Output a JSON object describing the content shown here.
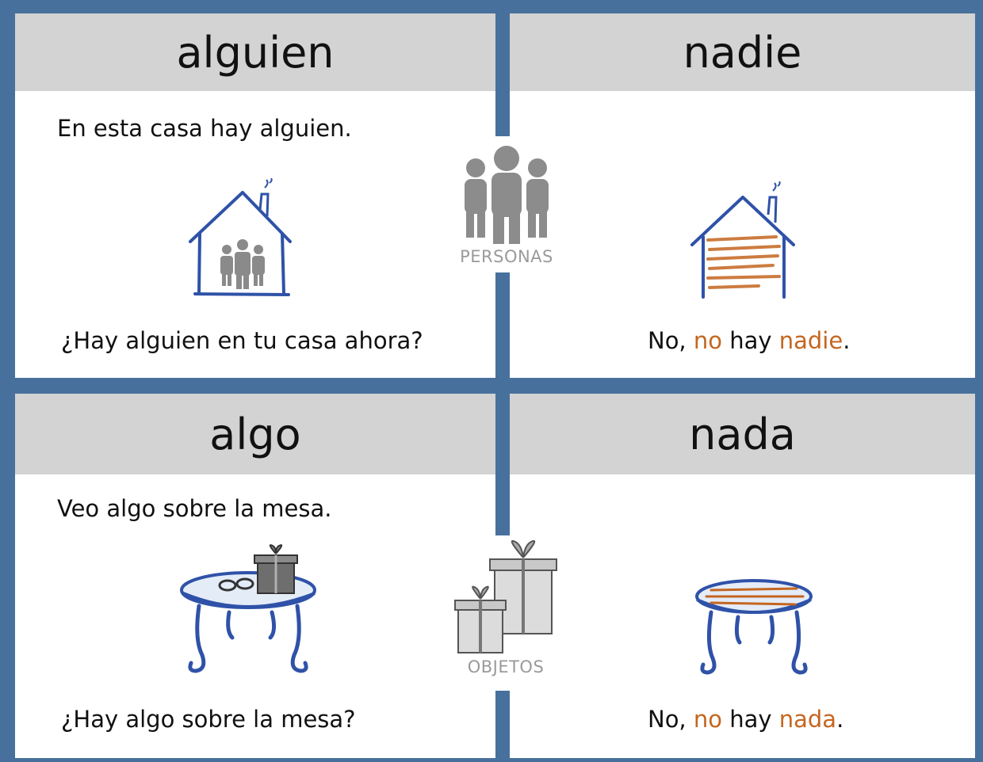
{
  "cards": {
    "alguien": {
      "title": "alguien",
      "statement": "En esta casa hay alguien.",
      "question": "¿Hay alguien en tu casa ahora?"
    },
    "nadie": {
      "title": "nadie",
      "answer": {
        "p1": "No, ",
        "p2": "no",
        "p3": " hay ",
        "p4": "nadie",
        "p5": "."
      }
    },
    "algo": {
      "title": "algo",
      "statement": "Veo algo sobre la mesa.",
      "question": "¿Hay algo sobre la mesa?"
    },
    "nada": {
      "title": "nada",
      "answer": {
        "p1": "No, ",
        "p2": "no",
        "p3": " hay ",
        "p4": "nada",
        "p5": "."
      }
    }
  },
  "center": {
    "people_label": "PERSONAS",
    "objects_label": "OBJETOS"
  },
  "colors": {
    "border": "#47719c",
    "header_bg": "#d3d3d3",
    "highlight": "#c4661f",
    "icon_gray": "#8c8c8c",
    "sketch_blue": "#2f52a8"
  }
}
